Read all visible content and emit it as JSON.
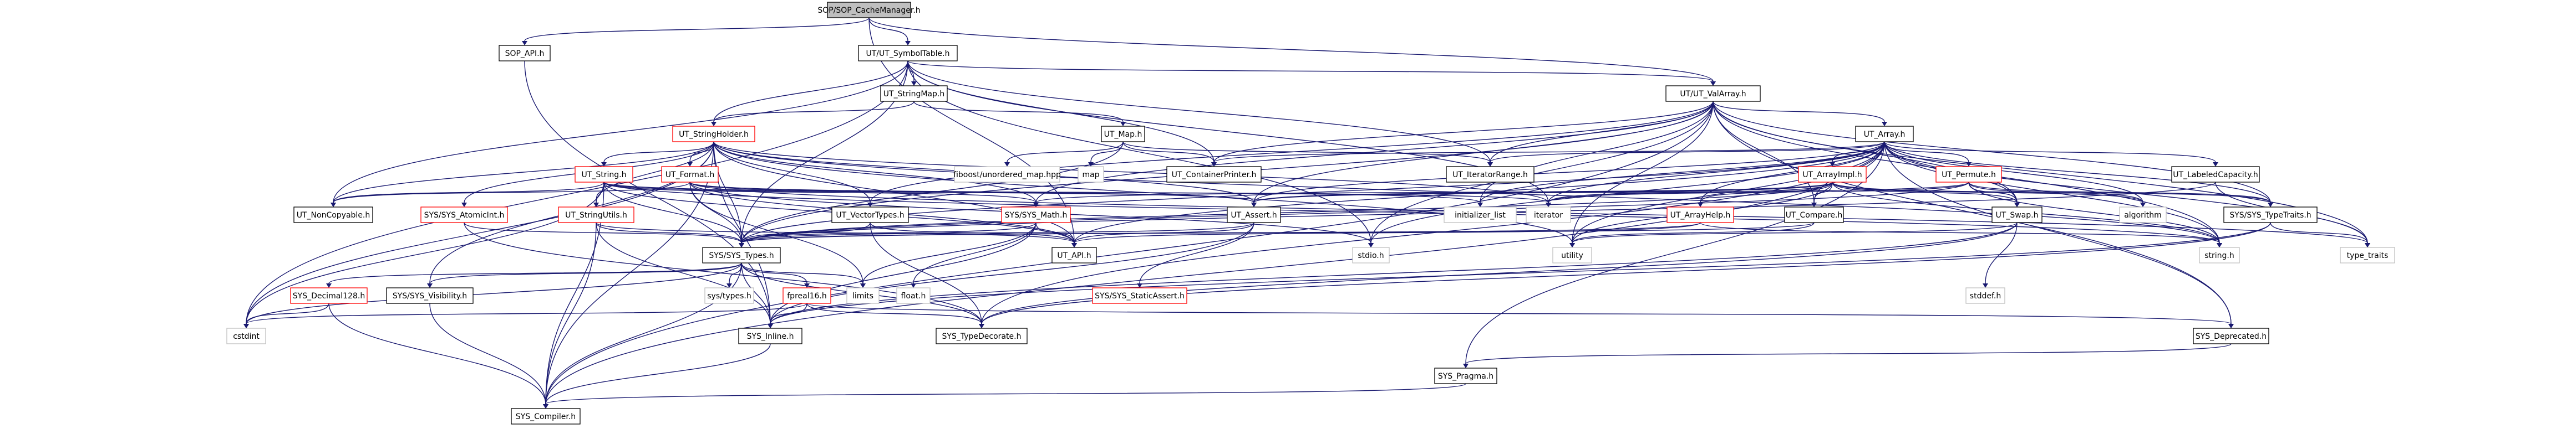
{
  "nodes": [
    {
      "id": "root",
      "label": "SOP/SOP_CacheManager.h",
      "kind": "root"
    },
    {
      "id": "sop_api",
      "label": "SOP_API.h",
      "kind": "dir"
    },
    {
      "id": "symtab",
      "label": "UT/UT_SymbolTable.h",
      "kind": "dir"
    },
    {
      "id": "valarray",
      "label": "UT/UT_ValArray.h",
      "kind": "dir"
    },
    {
      "id": "strmap",
      "label": "UT_StringMap.h",
      "kind": "dir"
    },
    {
      "id": "strholder",
      "label": "UT_StringHolder.h",
      "kind": "red"
    },
    {
      "id": "utmap",
      "label": "UT_Map.h",
      "kind": "dir"
    },
    {
      "id": "utarray",
      "label": "UT_Array.h",
      "kind": "dir"
    },
    {
      "id": "utstring",
      "label": "UT_String.h",
      "kind": "red"
    },
    {
      "id": "utformat",
      "label": "UT_Format.h",
      "kind": "red"
    },
    {
      "id": "fboost",
      "label": "fiboost/unordered_map.hpp",
      "kind": "plain"
    },
    {
      "id": "map",
      "label": "map",
      "kind": "plain"
    },
    {
      "id": "contprinter",
      "label": "UT_ContainerPrinter.h",
      "kind": "dir"
    },
    {
      "id": "iterrange",
      "label": "UT_IteratorRange.h",
      "kind": "dir"
    },
    {
      "id": "arrayimpl",
      "label": "UT_ArrayImpl.h",
      "kind": "red"
    },
    {
      "id": "permute",
      "label": "UT_Permute.h",
      "kind": "red"
    },
    {
      "id": "labeledcap",
      "label": "UT_LabeledCapacity.h",
      "kind": "dir"
    },
    {
      "id": "noncopy",
      "label": "UT_NonCopyable.h",
      "kind": "dir"
    },
    {
      "id": "atomicint",
      "label": "SYS/SYS_AtomicInt.h",
      "kind": "red"
    },
    {
      "id": "strutils",
      "label": "UT_StringUtils.h",
      "kind": "red"
    },
    {
      "id": "vectypes",
      "label": "UT_VectorTypes.h",
      "kind": "dir"
    },
    {
      "id": "sysmath",
      "label": "SYS/SYS_Math.h",
      "kind": "red"
    },
    {
      "id": "assert",
      "label": "UT_Assert.h",
      "kind": "dir"
    },
    {
      "id": "initlist",
      "label": "initializer_list",
      "kind": "plain"
    },
    {
      "id": "iterator",
      "label": "iterator",
      "kind": "plain"
    },
    {
      "id": "arrayhelp",
      "label": "UT_ArrayHelp.h",
      "kind": "red"
    },
    {
      "id": "compare",
      "label": "UT_Compare.h",
      "kind": "dir"
    },
    {
      "id": "swap",
      "label": "UT_Swap.h",
      "kind": "dir"
    },
    {
      "id": "algorithm",
      "label": "algorithm",
      "kind": "plain"
    },
    {
      "id": "typetraits_h",
      "label": "SYS/SYS_TypeTraits.h",
      "kind": "dir"
    },
    {
      "id": "systypes",
      "label": "SYS/SYS_Types.h",
      "kind": "dir"
    },
    {
      "id": "utapi",
      "label": "UT_API.h",
      "kind": "dir"
    },
    {
      "id": "staticassert",
      "label": "SYS/SYS_StaticAssert.h",
      "kind": "red"
    },
    {
      "id": "stdio",
      "label": "stdio.h",
      "kind": "plain"
    },
    {
      "id": "utility",
      "label": "utility",
      "kind": "plain"
    },
    {
      "id": "stddef",
      "label": "stddef.h",
      "kind": "plain"
    },
    {
      "id": "stringh",
      "label": "string.h",
      "kind": "plain"
    },
    {
      "id": "type_traits",
      "label": "type_traits",
      "kind": "plain"
    },
    {
      "id": "decimal128",
      "label": "SYS_Decimal128.h",
      "kind": "red"
    },
    {
      "id": "visibility",
      "label": "SYS/SYS_Visibility.h",
      "kind": "dir"
    },
    {
      "id": "systypes2",
      "label": "sys/types.h",
      "kind": "plain"
    },
    {
      "id": "fpreal16",
      "label": "fpreal16.h",
      "kind": "red"
    },
    {
      "id": "limits",
      "label": "limits",
      "kind": "plain"
    },
    {
      "id": "floath",
      "label": "float.h",
      "kind": "plain"
    },
    {
      "id": "cstdint",
      "label": "cstdint",
      "kind": "plain"
    },
    {
      "id": "inline",
      "label": "SYS_Inline.h",
      "kind": "dir"
    },
    {
      "id": "typedecorate",
      "label": "SYS_TypeDecorate.h",
      "kind": "dir"
    },
    {
      "id": "deprecated",
      "label": "SYS_Deprecated.h",
      "kind": "dir"
    },
    {
      "id": "pragma",
      "label": "SYS_Pragma.h",
      "kind": "dir"
    },
    {
      "id": "compiler",
      "label": "SYS_Compiler.h",
      "kind": "dir"
    }
  ],
  "edges": [
    [
      "root",
      "sop_api"
    ],
    [
      "root",
      "symtab"
    ],
    [
      "root",
      "valarray"
    ],
    [
      "root",
      "utapi"
    ],
    [
      "sop_api",
      "inline"
    ],
    [
      "symtab",
      "strmap"
    ],
    [
      "symtab",
      "strholder"
    ],
    [
      "symtab",
      "valarray"
    ],
    [
      "symtab",
      "contprinter"
    ],
    [
      "symtab",
      "iterrange"
    ],
    [
      "symtab",
      "systypes"
    ],
    [
      "symtab",
      "noncopy"
    ],
    [
      "symtab",
      "stdio"
    ],
    [
      "symtab",
      "iterator"
    ],
    [
      "symtab",
      "cstdint"
    ],
    [
      "strmap",
      "strholder"
    ],
    [
      "strmap",
      "utmap"
    ],
    [
      "strholder",
      "utstring"
    ],
    [
      "strholder",
      "utformat"
    ],
    [
      "strholder",
      "utapi"
    ],
    [
      "strholder",
      "atomicint"
    ],
    [
      "strholder",
      "strutils"
    ],
    [
      "strholder",
      "assert"
    ],
    [
      "strholder",
      "systypes"
    ],
    [
      "strholder",
      "vectypes"
    ],
    [
      "strholder",
      "sysmath"
    ],
    [
      "strholder",
      "noncopy"
    ],
    [
      "strholder",
      "stringh"
    ],
    [
      "strholder",
      "utility"
    ],
    [
      "strholder",
      "iterator"
    ],
    [
      "strholder",
      "inline"
    ],
    [
      "strholder",
      "visibility"
    ],
    [
      "strholder",
      "cstdint"
    ],
    [
      "strholder",
      "compiler"
    ],
    [
      "utmap",
      "fboost"
    ],
    [
      "utmap",
      "map"
    ],
    [
      "utmap",
      "contprinter"
    ],
    [
      "utmap",
      "iterrange"
    ],
    [
      "utmap",
      "systypes"
    ],
    [
      "valarray",
      "utarray"
    ],
    [
      "valarray",
      "assert"
    ],
    [
      "valarray",
      "compare"
    ],
    [
      "valarray",
      "swap"
    ],
    [
      "valarray",
      "vectypes"
    ],
    [
      "valarray",
      "systypes"
    ],
    [
      "valarray",
      "typetraits_h"
    ],
    [
      "valarray",
      "initlist"
    ],
    [
      "valarray",
      "stdio"
    ],
    [
      "valarray",
      "stringh"
    ],
    [
      "valarray",
      "utility"
    ],
    [
      "valarray",
      "deprecated"
    ],
    [
      "valarray",
      "compiler"
    ],
    [
      "valarray",
      "type_traits"
    ],
    [
      "valarray",
      "iterrange"
    ],
    [
      "valarray",
      "contprinter"
    ],
    [
      "valarray",
      "sysmath"
    ],
    [
      "utarray",
      "arrayimpl"
    ],
    [
      "utarray",
      "permute"
    ],
    [
      "utarray",
      "labeledcap"
    ],
    [
      "utarray",
      "contprinter"
    ],
    [
      "utarray",
      "iterrange"
    ],
    [
      "utarray",
      "arrayhelp"
    ],
    [
      "utarray",
      "assert"
    ],
    [
      "utarray",
      "compare"
    ],
    [
      "utarray",
      "swap"
    ],
    [
      "utarray",
      "algorithm"
    ],
    [
      "utarray",
      "typetraits_h"
    ],
    [
      "utarray",
      "systypes"
    ],
    [
      "utarray",
      "utapi"
    ],
    [
      "utarray",
      "initlist"
    ],
    [
      "utarray",
      "iterator"
    ],
    [
      "utarray",
      "stdio"
    ],
    [
      "utarray",
      "stringh"
    ],
    [
      "utarray",
      "utility"
    ],
    [
      "utarray",
      "deprecated"
    ],
    [
      "utarray",
      "type_traits"
    ],
    [
      "utarray",
      "typedecorate"
    ],
    [
      "utarray",
      "pragma"
    ],
    [
      "utarray",
      "compiler"
    ],
    [
      "arrayimpl",
      "arrayhelp"
    ],
    [
      "arrayimpl",
      "assert"
    ],
    [
      "arrayimpl",
      "compare"
    ],
    [
      "arrayimpl",
      "swap"
    ],
    [
      "arrayimpl",
      "algorithm"
    ],
    [
      "arrayimpl",
      "systypes"
    ],
    [
      "arrayimpl",
      "utility"
    ],
    [
      "arrayimpl",
      "stringh"
    ],
    [
      "arrayimpl",
      "iterator"
    ],
    [
      "arrayimpl",
      "typetraits_h"
    ],
    [
      "arrayimpl",
      "sysmath"
    ],
    [
      "permute",
      "swap"
    ],
    [
      "permute",
      "systypes"
    ],
    [
      "permute",
      "algorithm"
    ],
    [
      "permute",
      "iterator"
    ],
    [
      "permute",
      "stringh"
    ],
    [
      "permute",
      "typetraits_h"
    ],
    [
      "permute",
      "assert"
    ],
    [
      "labeledcap",
      "systypes"
    ],
    [
      "labeledcap",
      "type_traits"
    ],
    [
      "utstring",
      "strutils"
    ],
    [
      "utstring",
      "systypes"
    ],
    [
      "utstring",
      "utapi"
    ],
    [
      "utstring",
      "assert"
    ],
    [
      "utstring",
      "sysmath"
    ],
    [
      "utstring",
      "iterator"
    ],
    [
      "utstring",
      "stringh"
    ],
    [
      "utstring",
      "noncopy"
    ],
    [
      "utstring",
      "cstdint"
    ],
    [
      "utstring",
      "compiler"
    ],
    [
      "utformat",
      "systypes"
    ],
    [
      "utformat",
      "utapi"
    ],
    [
      "utformat",
      "assert"
    ],
    [
      "utformat",
      "initlist"
    ],
    [
      "utformat",
      "type_traits"
    ],
    [
      "utformat",
      "limits"
    ],
    [
      "utformat",
      "stdio"
    ],
    [
      "utformat",
      "noncopy"
    ],
    [
      "atomicint",
      "systypes"
    ],
    [
      "atomicint",
      "typedecorate"
    ],
    [
      "strutils",
      "systypes"
    ],
    [
      "strutils",
      "utapi"
    ],
    [
      "strutils",
      "inline"
    ],
    [
      "strutils",
      "compiler"
    ],
    [
      "vectypes",
      "systypes"
    ],
    [
      "vectypes",
      "utapi"
    ],
    [
      "vectypes",
      "typedecorate"
    ],
    [
      "sysmath",
      "systypes"
    ],
    [
      "sysmath",
      "utapi"
    ],
    [
      "sysmath",
      "limits"
    ],
    [
      "sysmath",
      "floath"
    ],
    [
      "sysmath",
      "inline"
    ],
    [
      "assert",
      "utapi"
    ],
    [
      "assert",
      "systypes"
    ],
    [
      "assert",
      "staticassert"
    ],
    [
      "assert",
      "inline"
    ],
    [
      "arrayhelp",
      "systypes"
    ],
    [
      "arrayhelp",
      "utapi"
    ],
    [
      "arrayhelp",
      "stringh"
    ],
    [
      "compare",
      "systypes"
    ],
    [
      "compare",
      "utility"
    ],
    [
      "swap",
      "stddef"
    ],
    [
      "swap",
      "inline"
    ],
    [
      "swap",
      "utility"
    ],
    [
      "swap",
      "typedecorate"
    ],
    [
      "typetraits_h",
      "typedecorate"
    ],
    [
      "typetraits_h",
      "inline"
    ],
    [
      "typetraits_h",
      "type_traits"
    ],
    [
      "systypes",
      "visibility"
    ],
    [
      "systypes",
      "decimal128"
    ],
    [
      "systypes",
      "systypes2"
    ],
    [
      "systypes",
      "fpreal16"
    ],
    [
      "systypes",
      "limits"
    ],
    [
      "systypes",
      "inline"
    ],
    [
      "systypes",
      "typedecorate"
    ],
    [
      "systypes",
      "compiler"
    ],
    [
      "systypes",
      "cstdint"
    ],
    [
      "decimal128",
      "cstdint"
    ],
    [
      "decimal128",
      "compiler"
    ],
    [
      "visibility",
      "compiler"
    ],
    [
      "fpreal16",
      "inline"
    ],
    [
      "fpreal16",
      "typedecorate"
    ],
    [
      "fpreal16",
      "cstdint"
    ],
    [
      "fpreal16",
      "deprecated"
    ],
    [
      "inline",
      "compiler"
    ],
    [
      "deprecated",
      "pragma"
    ],
    [
      "pragma",
      "compiler"
    ]
  ]
}
